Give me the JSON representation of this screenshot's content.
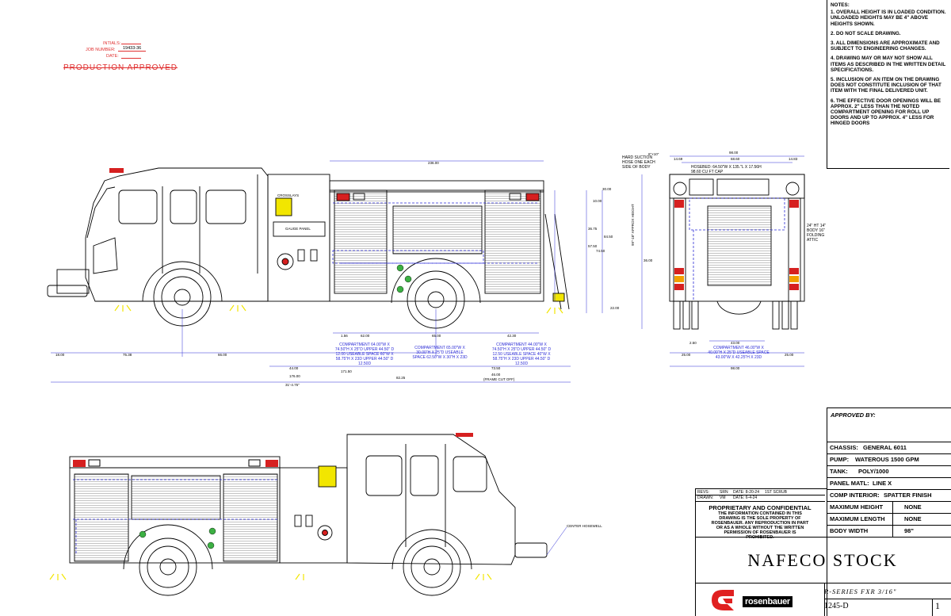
{
  "stamp": {
    "initials_label": "INTIALS:",
    "job_label": "JOB NUMBER:",
    "job_value": "19433-36",
    "date_label": "DATE:",
    "approved": "PRODUCTION APPROVED"
  },
  "notes": {
    "header": "NOTES:",
    "items": [
      "1. OVERALL HEIGHT IS IN LOADED CONDITION. UNLOADED HEIGHTS MAY BE 4\" ABOVE HEIGHTS SHOWN.",
      "2. DO NOT SCALE DRAWING.",
      "3. ALL DIMENSIONS ARE APPROXIMATE AND SUBJECT TO ENGINEERING CHANGES.",
      "4. DRAWING MAY OR MAY NOT SHOW ALL ITEMS AS DESCRIBED IN THE WRITTEN DETAIL SPECIFICATIONS.",
      "5. INCLUSION OF AN ITEM ON THE DRAWING DOES NOT CONSTITUTE INCLUSION OF THAT ITEM WITH THE FINAL DELIVERED UNIT.",
      "6. THE EFFECTIVE DOOR OPENINGS WILL BE APPROX. 2\" LESS THAN THE NOTED COMPARTMENT OPENING FOR ROLL UP DOORS AND UP TO APPROX. 4\" LESS FOR HINGED DOORS"
    ]
  },
  "title_block": {
    "approved_by": "APPROVED BY:",
    "chassis_label": "CHASSIS:",
    "chassis_value": "GENERAL 6011",
    "pump_label": "PUMP:",
    "pump_value": "WATEROUS 1500 GPM",
    "tank_label": "TANK:",
    "tank_value": "POLY/1000",
    "panel_label": "PANEL MATL:",
    "panel_value": "LINE X",
    "comp_label": "COMP INTERIOR:",
    "comp_value": "SPATTER FINISH",
    "max_height_label": "MAXIMUM HEIGHT",
    "max_height_value": "NONE",
    "max_length_label": "MAXIMUM LENGTH",
    "max_length_value": "NONE",
    "body_width_label": "BODY WIDTH",
    "body_width_value": "98\"",
    "revs": {
      "r1": "REVS:",
      "r1a": "SRN",
      "r1b": "DATE: 8-20-24",
      "r1c": "1ST SCRUB",
      "r2": "DRAWN:",
      "r2a": "VM",
      "r2b": "DATE: 6-4-24"
    },
    "proprietary_header": "PROPRIETARY AND CONFIDENTIAL",
    "proprietary_body": "THE INFORMATION CONTAINED IN THIS DRAWING IS THE SOLE PROPERTY OF ROSENBAUER. ANY REPRODUCTION IN PART OR AS A WHOLE WITHOUT THE WRITTEN PERMISSION OF ROSENBAUER IS PROHIBITED.",
    "project_title": "NAFECO STOCK",
    "series": "R-SERIES FXR 3/16\"",
    "drawing_number": "1245-D",
    "rev_number": "1",
    "brand": "rosenbauer"
  },
  "side_view": {
    "crosslays": "CROSSLAYS",
    "gauge_panel": "GAUGE PANEL",
    "dim_overall_top": "236.00",
    "dim_front": "18.00",
    "dim_wheelbase": "75.38",
    "dim_cab": "66.00",
    "dim_body": "176.00",
    "dim_overall": "31'-4.75\"",
    "dim_frame_cut": "(FRAME CUT OFF)",
    "dim_rear": "46.00",
    "dim_44": "44.00",
    "dim_171": "171.50",
    "dim_8225": "82.25",
    "dim_7350": "73.50",
    "comp1": "COMPARTMENT 64.00\"W X 74.50\"H X 25\"D UPPER 44.50\" D 12.00 USEABLE SPACE 60\"W X 58.75\"H X 23D UPPER 44.50\" D 12.50D",
    "comp2": "COMPARTMENT 65.00\"W X 30.00\"H X 25\"D USEABLE SPACE 62.50\"W X 30\"H X 23D",
    "comp3": "COMPARTMENT 44.00\"W X 74.50\"H X 25\"D UPPER 44.50\" D 12.50 USEABLE SPACE 40\"W X 58.75\"H X 23D UPPER 44.50\" D 12.50D",
    "dim_6200": "62.00",
    "dim_6500": "65.00",
    "dim_4230": "42.30",
    "dim_156": "1.56",
    "dim_3675": "36.75",
    "dim_8450": "84.50",
    "dim_7450": "74.50",
    "dim_5750": "57.50",
    "dim_3000": "30.00",
    "dim_1000": "10.00",
    "dim_2200": "22.00"
  },
  "rear_view": {
    "hard_suction": "HARD SUCTION HOSE ONE EACH SIDE OF BODY",
    "hosebed": "HOSEBED: 64.50\"W X 135.\"L X 17.56H 98.60 CU FT CAP",
    "folding_attic": "24\" HT 14\" BODY 16\" FOLDING ATTIC",
    "dim_98": "98.00",
    "dim_6860": "68.60",
    "dim_1469": "14.69",
    "dim_1483": "14.83",
    "dim_6400": "6\"×10\"",
    "dim_4300": "43.00",
    "dim_2500a": "25.00",
    "dim_2500b": "25.00",
    "dim_250": "2.50",
    "comp_rear": "COMPARTMENT 46.00\"W X 40.00\"H X 25\"D USEABLE SPACE 43.00\"W X 42.25\"H X 23D",
    "dim_9800b": "98.00",
    "height_label": "99\"-18\" APPROX HEIGHT",
    "dim_3600": "36.00"
  },
  "street_view": {
    "center_hosewell": "CENTER HOSEWELL"
  },
  "colors": {
    "stamp_red": "#e03030",
    "blue_dims": "#2b2bd6",
    "light_red": "#d62020",
    "yellow": "#f2e600",
    "green": "#3cb043"
  }
}
